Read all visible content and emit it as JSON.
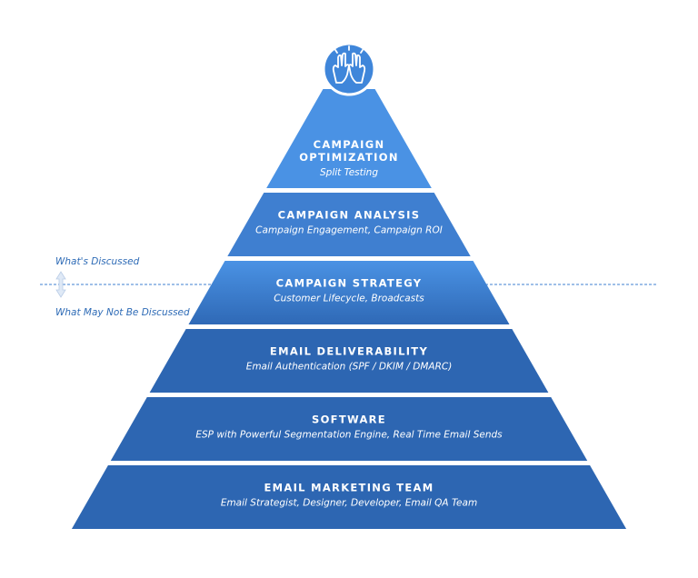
{
  "colors": {
    "top_tier": "#4a92e4",
    "mid_tier": "#3f7fd0",
    "bottom_tier": "#2d66b2",
    "strategy_gradient_top": "#4a92e4",
    "strategy_gradient_bottom": "#2f69b6",
    "divider": "#3f7fd0",
    "side_text": "#2e6bb6",
    "icon_circle": "#3f86da"
  },
  "top_icon": {
    "name": "high-five-icon"
  },
  "divider_labels": {
    "above": "What's Discussed",
    "below": "What May Not Be Discussed"
  },
  "tiers": [
    {
      "title_lines": [
        "CAMPAIGN",
        "OPTIMIZATION"
      ],
      "subtitle": "Split Testing"
    },
    {
      "title_lines": [
        "CAMPAIGN ANALYSIS"
      ],
      "subtitle": "Campaign Engagement, Campaign ROI"
    },
    {
      "title_lines": [
        "CAMPAIGN STRATEGY"
      ],
      "subtitle": "Customer Lifecycle, Broadcasts"
    },
    {
      "title_lines": [
        "EMAIL DELIVERABILITY"
      ],
      "subtitle": "Email Authentication (SPF / DKIM / DMARC)"
    },
    {
      "title_lines": [
        "SOFTWARE"
      ],
      "subtitle": "ESP with Powerful Segmentation Engine, Real Time Email Sends"
    },
    {
      "title_lines": [
        "EMAIL MARKETING TEAM"
      ],
      "subtitle": "Email Strategist, Designer, Developer, Email QA Team"
    }
  ]
}
